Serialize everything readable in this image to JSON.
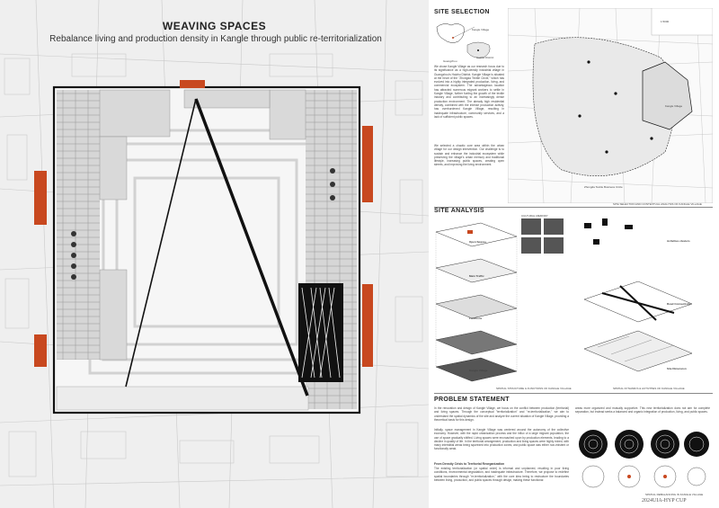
{
  "poster": {
    "title": "WEAVING SPACES",
    "subtitle": "Rebalance living and production density in Kangle through public re-territorialization",
    "logo": "2024UIA-HYP CUP"
  },
  "site_selection": {
    "heading": "SITE SELECTION",
    "map_label_small": "Kangle Village",
    "map_label_city": "Guangzhou",
    "map_label_district": "Haizhu District",
    "intro": "We chose Kangle Village as our research focus due to its significance as a high-density industrial village in Guangzhou's Haizhu District. Kangle Village is situated at the heart of the \"Zhongda Textile Circle,\" which has evolved into a highly integrated production, living, and commercial ecosystem. The advantageous location has attracted numerous migrant workers to settle in Kangle Village, further fueling the growth of the textile industry and contributing to an increasingly dense production environment. The already high residential density, combined with the intense production activity, has overburdened Kangle Village, resulting in inadequate infrastructure, community services, and a lack of sufficient public spaces.",
    "intro2": "We selected a chaotic core area within the urban village for our design intervention. Our challenge is to sustain and enhance the industrial ecosystem while preserving the village's urban memory and traditional lifestyle, increasing public spaces, creating open streets, and improving the living environment.",
    "map_legend_1": "Kangle Village",
    "map_legend_2": "Zhongda Textile Business Circle",
    "map_scale": "1:5000",
    "caption": "SITE SELECTION AND CONTEXTUAL ANALYSIS OF KANGLE VILLAGE"
  },
  "site_analysis": {
    "heading": "SITE ANALYSIS",
    "labels": [
      "CULTURAL MEMORY",
      "Open Spaces",
      "Main Traffic",
      "Functions",
      "Kangle Village",
      "Activities clusters",
      "Road Connectivity",
      "Site Dimension"
    ],
    "caption_left": "SPATIAL STRUCTURE & FUNCTIONS OF KANGLE VILLAGE",
    "caption_right": "SPATIAL DYNAMICS & ACTIVITIES OF KANGLE VILLAGE"
  },
  "problem": {
    "heading": "PROBLEM STATEMENT",
    "p1": "In the renovation and design of Kangle Village, we focus on the conflict between production (territorial) and living spaces. Through the conceptual \"territorialization\" and \"re-territorialization,\" we aim to understand the spatial dynamics of the site and analyze the current situation of Kangle Village, providing a theoretical basis for this design.",
    "p2": "Initially, space management in Kangle Village was centered around the autonomy of the collective economy. However, with the rapid urbanization process and the influx of a large migrant population, the use of space gradually shifted. Living spaces were encroached upon by production elements, leading to a decline in quality of life. In the territorial arrangement, production and living spaces were highly mixed, with many interstitial areas being squeezed into production zones, and public space was either non-existent or functionally weak.",
    "sub": "From Density Crisis to Territorial Reorganization",
    "p3": "The existing territorialization (or spatial order) is informal and unplanned, resulting in poor living conditions, environmental degradation, and inadequate infrastructure. Therefore, we propose to redefine spatial boundaries through \"re-territorialization,\" with the core idea being to restructure the boundaries between living, production, and public spaces through design, making these functional",
    "p4": "areas more organized and mutually supportive. This new territorialization does not aim for complete separation, but instead seeks a balanced and organic integration of production, living, and public spaces.",
    "caption": "SPATIAL REBALANCING IN KANGLE VILLAGE"
  },
  "colors": {
    "accent": "#c8481f",
    "ink": "#1a1a1a",
    "paper": "#efefef"
  }
}
